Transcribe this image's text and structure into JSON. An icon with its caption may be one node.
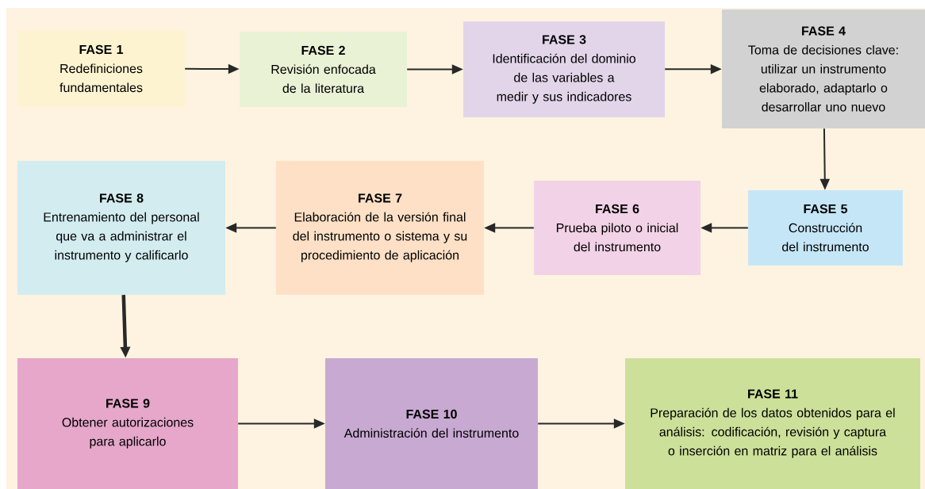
{
  "diagram": {
    "nodes": [
      {
        "text": [
          "FASE 1",
          "Redefiniciones fundamentales"
        ]
      },
      {
        "text": [
          "FASE 2",
          "Revisión enfocada de la literatura"
        ]
      },
      {
        "text": [
          "FASE 3",
          "Identificación del dominio de las variables a medir y sus indicadores"
        ]
      },
      {
        "text": [
          "FASE 4",
          "Toma de decisiones clave: utilizar un instrumento elaborado, adaptarlo o desarrollar uno nuevo"
        ]
      },
      {
        "text": [
          "FASE 5",
          "Construcción del instrumento"
        ]
      },
      {
        "text": [
          "FASE 6",
          "Prueba piloto o inicial del instrumento"
        ]
      },
      {
        "text": [
          "FASE 7",
          "Elaboración de la versión final del instrumento o sistema y su procedimiento de aplicación"
        ]
      },
      {
        "text": [
          "FASE 8",
          "Entrenamiento del personal que va a administrar el instrumento y calificarlo"
        ]
      },
      {
        "text": [
          "FASE 9",
          "Obtener autorizaciones para aplicarlo"
        ]
      },
      {
        "text": [
          "FASE 10",
          "Administración del instrumento"
        ]
      },
      {
        "text": [
          "FASE 11",
          "Preparación de los datos obtenidos para el análisis: codificación, revisión y captura o inserción en matriz para el análisis"
        ]
      }
    ],
    "edges": [
      {
        "from": 0,
        "to": 1,
        "arrow": "to"
      },
      {
        "from": 1,
        "to": 2,
        "arrow": "to"
      },
      {
        "from": 2,
        "to": 3,
        "arrow": "to"
      },
      {
        "from": 3,
        "to": 4,
        "arrow": "to"
      },
      {
        "from": 4,
        "to": 5,
        "arrow": "to"
      },
      {
        "from": 5,
        "to": 6,
        "arrow": "to"
      },
      {
        "from": 6,
        "to": 7,
        "arrow": "to"
      },
      {
        "from": 7,
        "to": 8,
        "arrow": "to",
        "style": "thick"
      },
      {
        "from": 8,
        "to": 9,
        "arrow": "to"
      },
      {
        "from": 9,
        "to": 10,
        "arrow": "to"
      }
    ]
  }
}
